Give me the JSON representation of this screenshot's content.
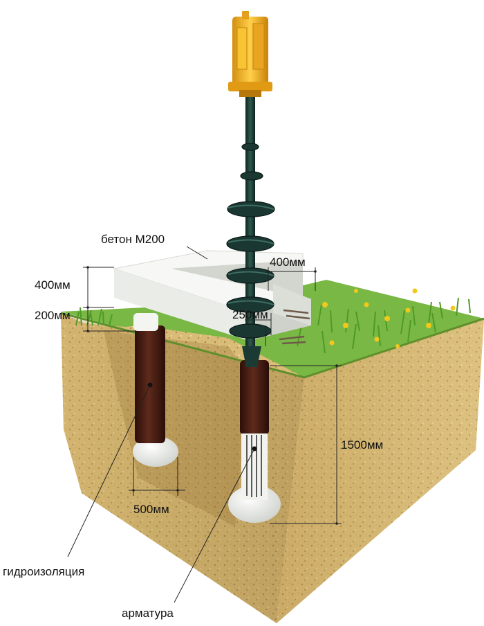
{
  "labels": {
    "concrete": "бетон М200",
    "grillage_height": "400мм",
    "grillage_width": "400мм",
    "gap_height": "200мм",
    "inner_offset": "250мм",
    "pile_depth": "1500мм",
    "base_width": "500мм",
    "waterproofing": "гидроизоляция",
    "rebar": "арматура"
  },
  "colors": {
    "soil_light": "#e2c682",
    "soil_dark": "#a07c3c",
    "grass": "#5fa52e",
    "concrete": "#eef0ec",
    "pile_sleeve": "#4a1e14",
    "auger": "#1f3f38",
    "drill_head": "#f3b51f"
  }
}
